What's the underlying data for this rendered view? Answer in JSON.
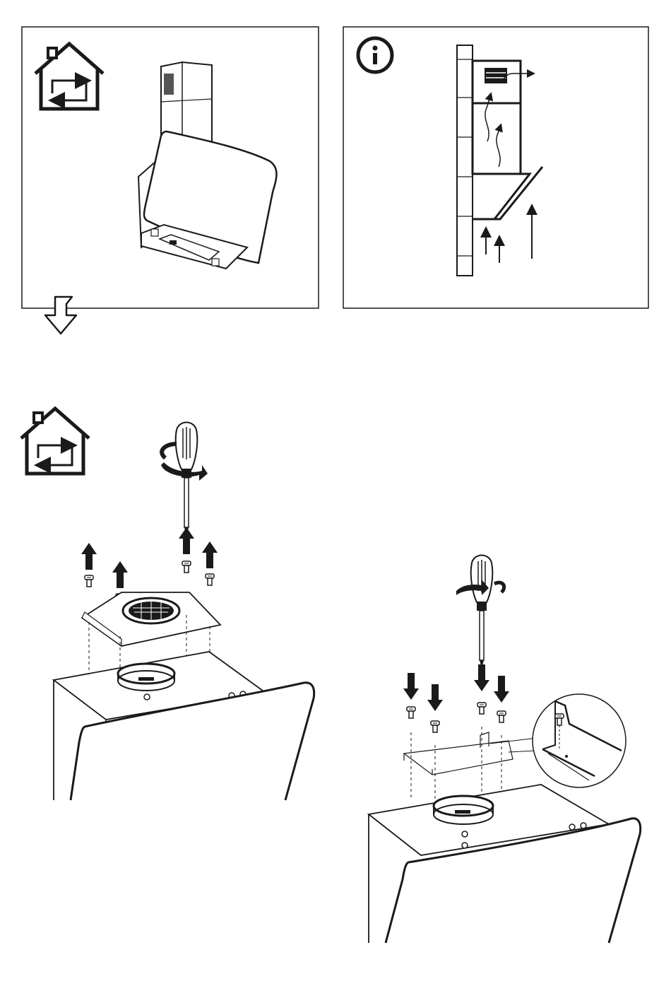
{
  "figure": {
    "panels": [
      {
        "id": "recirculation-mode",
        "icons": [
          "house-recirculation-icon",
          "cooker-hood-icon",
          "next-step-arrow-icon"
        ]
      },
      {
        "id": "information",
        "icons": [
          "info-icon",
          "wall-section-icon",
          "airflow-arrows-icon"
        ]
      },
      {
        "id": "remove-deflector",
        "icons": [
          "house-recirculation-icon",
          "screwdriver-icon",
          "screw-up-arrow-icon"
        ]
      },
      {
        "id": "fit-bracket",
        "icons": [
          "screwdriver-icon",
          "screw-down-arrow-icon",
          "bracket-detail-icon"
        ]
      }
    ],
    "colors": {
      "ink": "#1a1a1a",
      "background": "#ffffff"
    }
  }
}
